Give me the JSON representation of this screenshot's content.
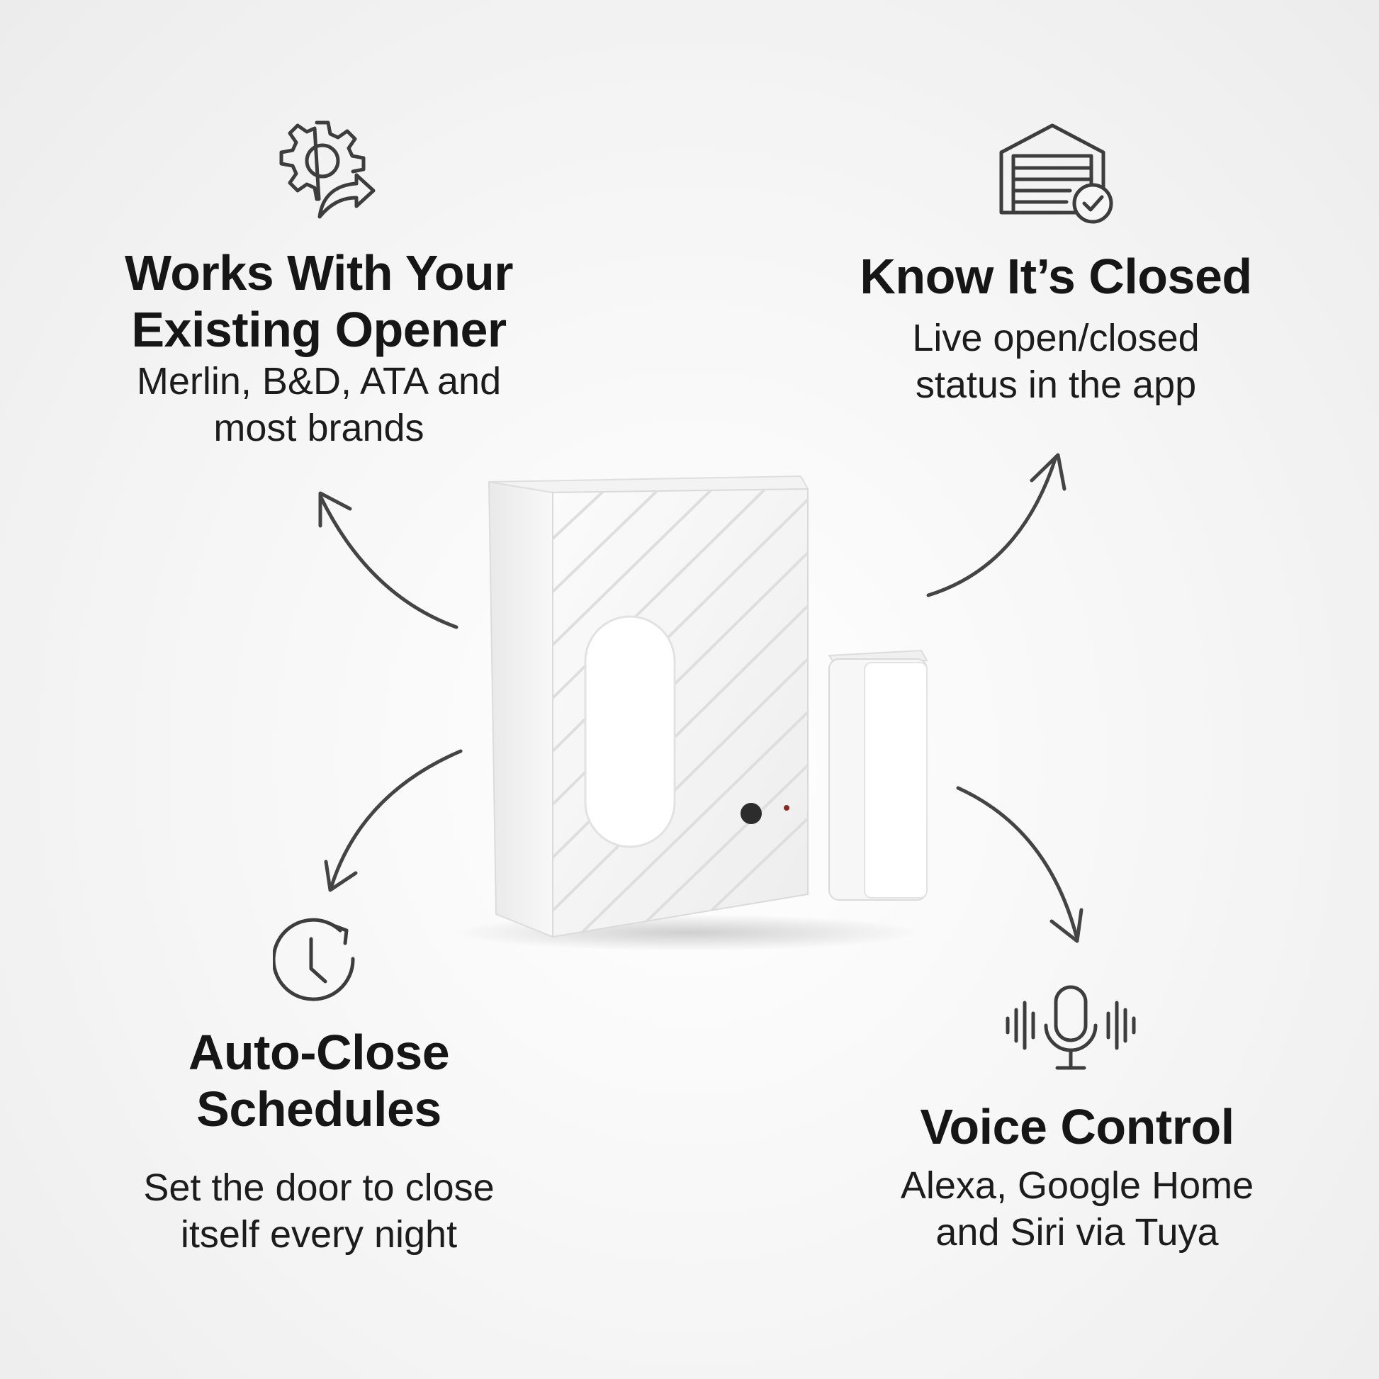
{
  "features": {
    "opener": {
      "icon": "gear-arrow-icon",
      "title_line1": "Works With Your",
      "title_line2": "Existing Opener",
      "desc_line1": "Merlin, B&D, ATA and",
      "desc_line2": "most brands"
    },
    "closed": {
      "icon": "garage-check-icon",
      "title": "Know It’s Closed",
      "desc_line1": "Live open/closed",
      "desc_line2": "status in the app"
    },
    "schedule": {
      "icon": "clock-refresh-icon",
      "title_line1": "Auto-Close",
      "title_line2": "Schedules",
      "desc_line1": "Set the door to close",
      "desc_line2": "itself every night"
    },
    "voice": {
      "icon": "microphone-soundwave-icon",
      "title": "Voice Control",
      "desc_line1": "Alexa, Google Home",
      "desc_line2": "and Siri via Tuya"
    }
  },
  "colors": {
    "text": "#161616",
    "icon_stroke": "#3d3d3d",
    "arrow_stroke": "#3f3f3f",
    "device_body": "#f6f6f6"
  }
}
